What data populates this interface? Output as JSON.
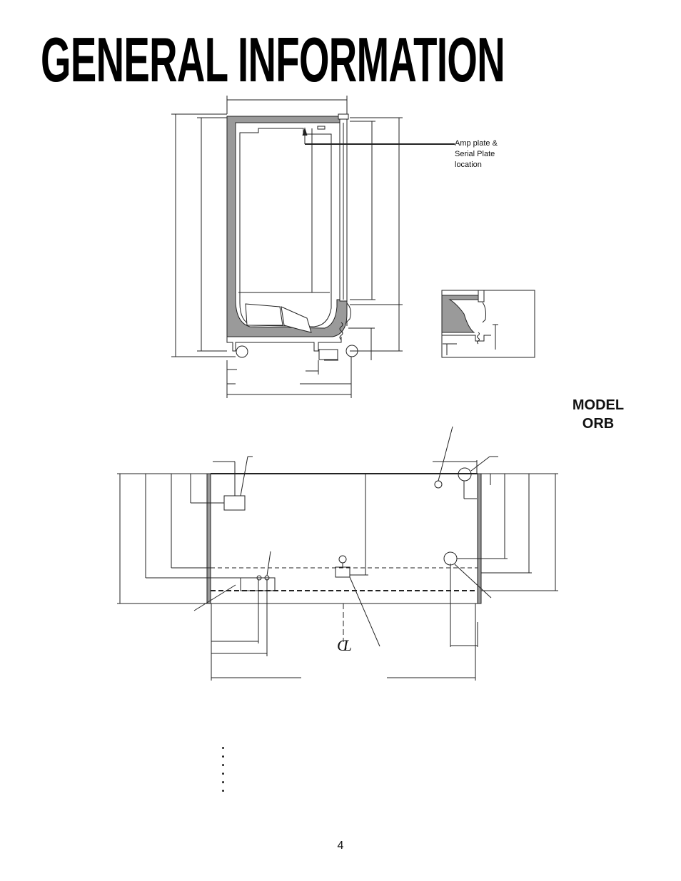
{
  "page": {
    "title": "GENERAL INFORMATION",
    "model_line1": "MODEL",
    "model_line2": "ORB",
    "callout_line1": "Amp plate &",
    "callout_line2": "Serial Plate",
    "callout_line3": "location",
    "centerline_symbol": "CL",
    "page_number": "4"
  }
}
